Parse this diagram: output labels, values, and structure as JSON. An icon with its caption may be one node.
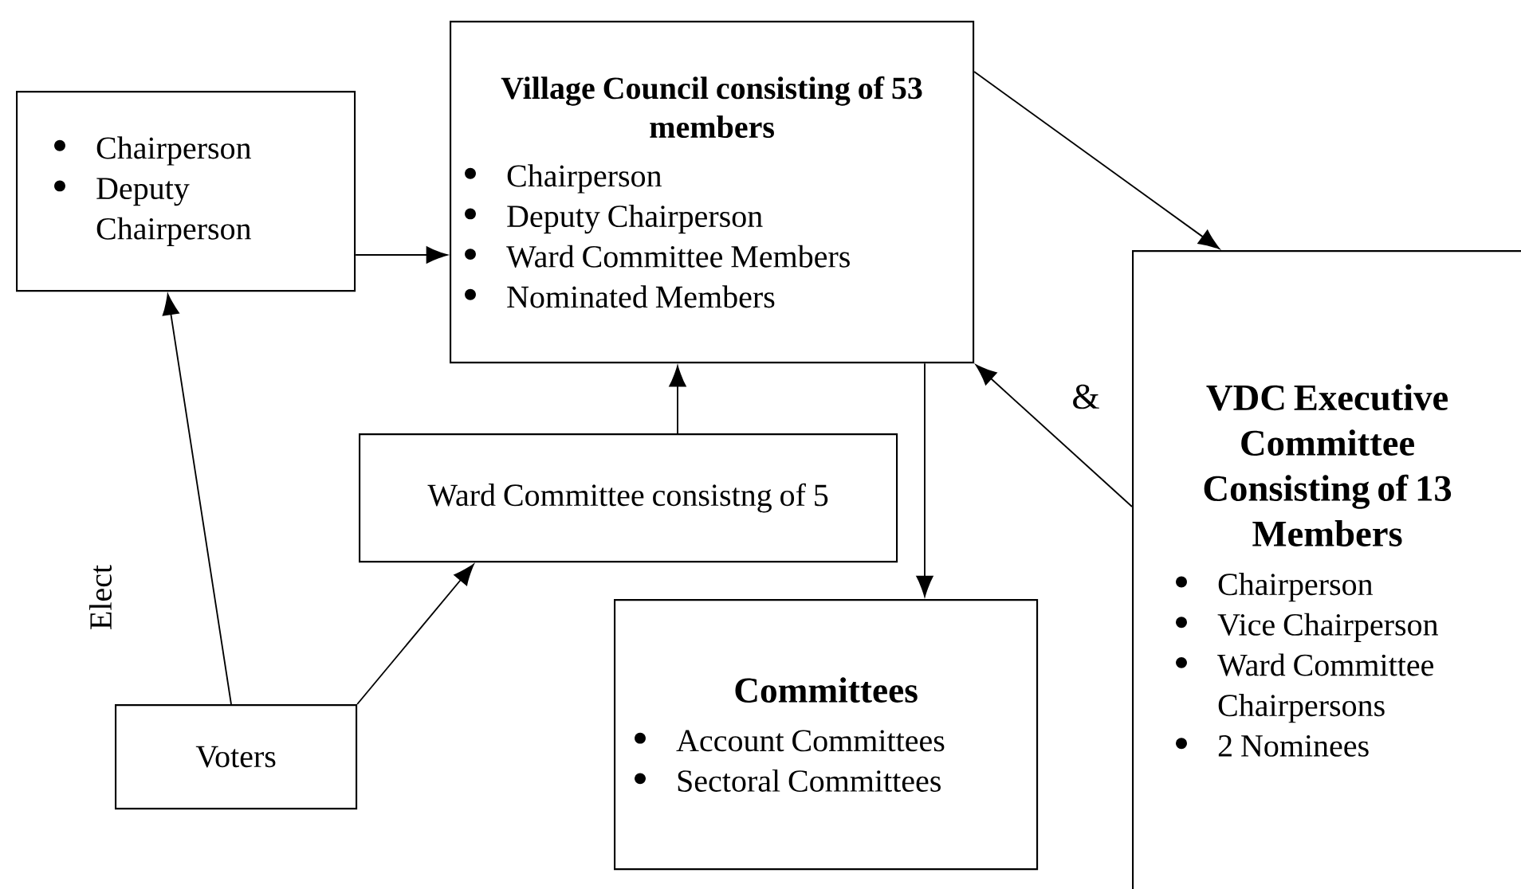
{
  "diagram": {
    "nodes": [
      {
        "text": [
          "Chairperson",
          "Deputy Chairperson"
        ]
      },
      {
        "text": [
          "Village Council consisting of 53 members",
          "Chairperson",
          "Deputy Chairperson",
          "Ward Committee Members",
          "Nominated Members"
        ]
      },
      {
        "text": [
          "VDC Executive Committee Consisting of 13 Members",
          "Chairperson",
          "Vice Chairperson",
          "Ward Committee Chairpersons",
          "2 Nominees"
        ]
      },
      {
        "text": [
          "Ward Committee consistng of 5"
        ]
      },
      {
        "text": [
          "Committees",
          "Account Committees",
          "Sectoral Committees"
        ]
      },
      {
        "text": [
          "Voters"
        ]
      }
    ],
    "edges": [
      {
        "from": 0,
        "to": 1,
        "arrow": "to"
      },
      {
        "from": 1,
        "to": 2,
        "arrow": "to"
      },
      {
        "from": 2,
        "to": 1,
        "arrow": "to"
      },
      {
        "from": 3,
        "to": 1,
        "arrow": "to"
      },
      {
        "from": 1,
        "to": 4,
        "arrow": "to"
      },
      {
        "from": 5,
        "to": 0,
        "arrow": "to",
        "label": "Elect"
      },
      {
        "from": 5,
        "to": 3,
        "arrow": "to"
      }
    ],
    "labels": [
      "&"
    ]
  }
}
